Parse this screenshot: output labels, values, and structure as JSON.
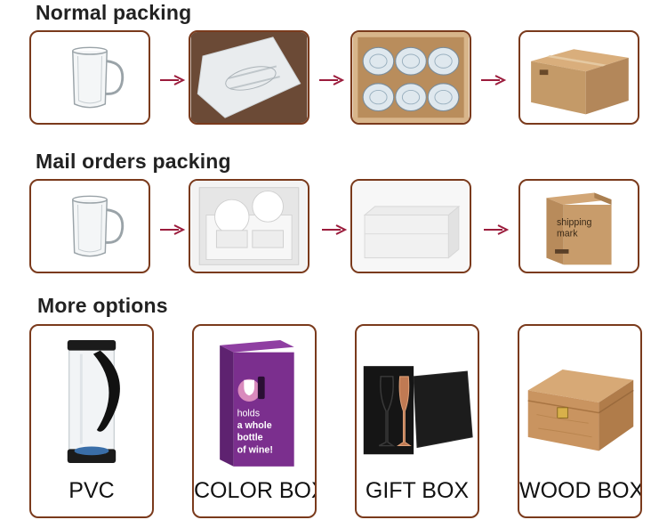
{
  "sections": {
    "normal": {
      "title": "Normal packing"
    },
    "mail": {
      "title": "Mail orders packing"
    },
    "more": {
      "title": "More options"
    }
  },
  "mail_box_text": {
    "line1": "shipping",
    "line2": "mark"
  },
  "color_box_text": {
    "line1": "holds",
    "line2": "a whole",
    "line3": "bottle",
    "line4": "of wine!"
  },
  "options": [
    {
      "label": "PVC"
    },
    {
      "label": "COLOR BOX"
    },
    {
      "label": "GIFT BOX"
    },
    {
      "label": "WOOD BOX"
    }
  ],
  "colors": {
    "border": "#7a3a1c",
    "arrow": "#9b1c3c",
    "carton": "#c49a68",
    "purple": "#7b2f8e"
  }
}
